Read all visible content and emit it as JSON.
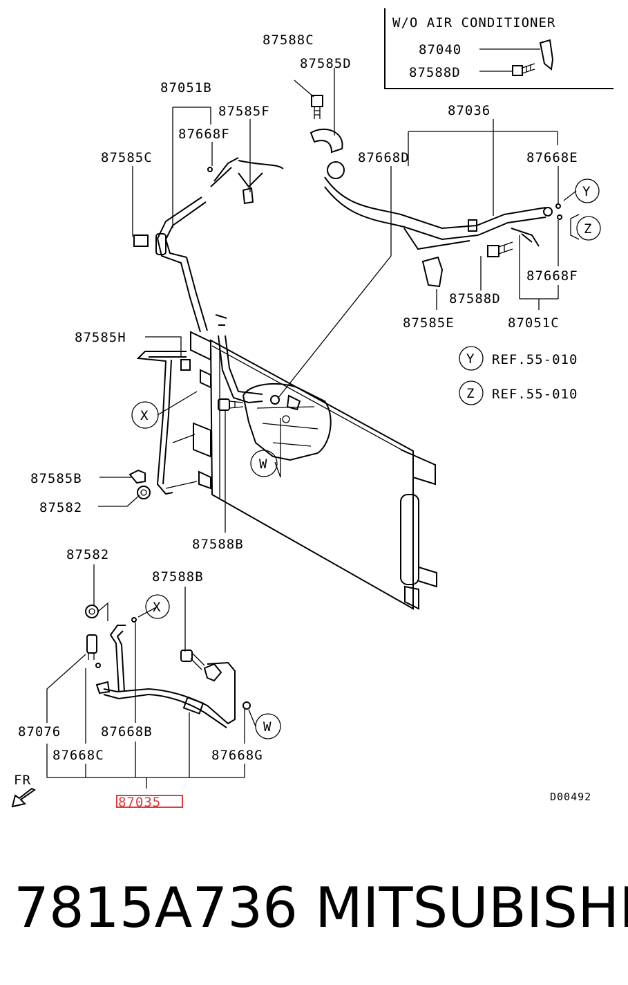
{
  "inset": {
    "title": "W/O AIR CONDITIONER",
    "part_a": "87040",
    "part_b": "87588D"
  },
  "labels": {
    "p87588C": "87588C",
    "p87585D": "87585D",
    "p87051B": "87051B",
    "p87585F": "87585F",
    "p87668F_top": "87668F",
    "p87585C": "87585C",
    "p87036": "87036",
    "p87668D": "87668D",
    "p87668E": "87668E",
    "p87668F_right": "87668F",
    "p87588D": "87588D",
    "p87585E": "87585E",
    "p87051C": "87051C",
    "p87585H": "87585H",
    "p87585B": "87585B",
    "p87582_mid": "87582",
    "p87588B_mid": "87588B",
    "p87582_low": "87582",
    "p87588B_low": "87588B",
    "p87076": "87076",
    "p87668B": "87668B",
    "p87668C": "87668C",
    "p87668G": "87668G",
    "p87035": "87035"
  },
  "refs": {
    "y_letter": "Y",
    "z_letter": "Z",
    "x_letter": "X",
    "w_letter": "W",
    "y_ref": "REF.55-010",
    "z_ref": "REF.55-010"
  },
  "fr_label": "FR",
  "diagram_code": "D00492",
  "footer": {
    "part_number": "7815A736",
    "brand": "MITSUBISHI"
  },
  "colors": {
    "highlight": "#e0393b",
    "ink": "#000000"
  }
}
